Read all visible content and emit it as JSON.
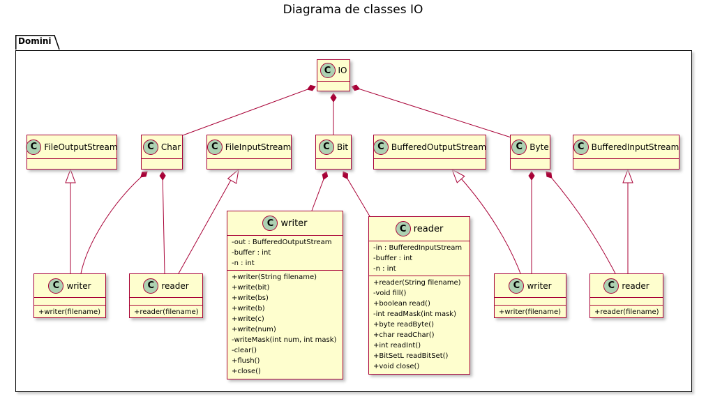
{
  "title": "Diagrama de classes IO",
  "package": "Domini",
  "colors": {
    "class_fill": "#FEFECE",
    "class_border": "#A80036",
    "class_icon": "#ADD1B2",
    "edge": "#A80036"
  },
  "classes": {
    "io": {
      "name": "IO",
      "attributes": [],
      "methods": []
    },
    "char": {
      "name": "Char",
      "attributes": [],
      "methods": []
    },
    "bit": {
      "name": "Bit",
      "attributes": [],
      "methods": []
    },
    "byte": {
      "name": "Byte",
      "attributes": [],
      "methods": []
    },
    "file_output_stream": {
      "name": "FileOutputStream",
      "attributes": [],
      "methods": []
    },
    "file_input_stream": {
      "name": "FileInputStream",
      "attributes": [],
      "methods": []
    },
    "buffered_output_stream": {
      "name": "BufferedOutputStream",
      "attributes": [],
      "methods": []
    },
    "buffered_input_stream": {
      "name": "BufferedInputStream",
      "attributes": [],
      "methods": []
    },
    "char_writer": {
      "name": "writer",
      "attributes": [],
      "methods": [
        "+writer(filename)"
      ]
    },
    "char_reader": {
      "name": "reader",
      "attributes": [],
      "methods": [
        "+reader(filename)"
      ]
    },
    "bit_writer": {
      "name": "writer",
      "attributes": [
        "-out : BufferedOutputStream",
        "-buffer : int",
        "-n : int"
      ],
      "methods": [
        "+writer(String filename)",
        "+write(bit)",
        "+write(bs)",
        "+write(b)",
        "+write(c)",
        "+write(num)",
        "-writeMask(int num, int mask)",
        "-clear()",
        "+flush()",
        "+close()"
      ]
    },
    "bit_reader": {
      "name": "reader",
      "attributes": [
        "-in : BufferedInputStream",
        "-buffer : int",
        "-n : int"
      ],
      "methods": [
        "+reader(String filename)",
        "-void fill()",
        "+boolean read()",
        "-int readMask(int mask)",
        "+byte readByte()",
        "+char readChar()",
        "+int readInt()",
        "+BitSetL readBitSet()",
        "+void close()"
      ]
    },
    "byte_writer": {
      "name": "writer",
      "attributes": [],
      "methods": [
        "+writer(filename)"
      ]
    },
    "byte_reader": {
      "name": "reader",
      "attributes": [],
      "methods": [
        "+reader(filename)"
      ]
    }
  },
  "relations": [
    {
      "from": "io",
      "to": "char",
      "type": "composition"
    },
    {
      "from": "io",
      "to": "bit",
      "type": "composition"
    },
    {
      "from": "io",
      "to": "byte",
      "type": "composition"
    },
    {
      "from": "char",
      "to": "char_writer",
      "type": "composition"
    },
    {
      "from": "char",
      "to": "char_reader",
      "type": "composition"
    },
    {
      "from": "bit",
      "to": "bit_writer",
      "type": "composition"
    },
    {
      "from": "bit",
      "to": "bit_reader",
      "type": "composition"
    },
    {
      "from": "byte",
      "to": "byte_writer",
      "type": "composition"
    },
    {
      "from": "byte",
      "to": "byte_reader",
      "type": "composition"
    },
    {
      "from": "file_output_stream",
      "to": "char_writer",
      "type": "inheritance"
    },
    {
      "from": "file_input_stream",
      "to": "char_reader",
      "type": "inheritance"
    },
    {
      "from": "buffered_output_stream",
      "to": "byte_writer",
      "type": "inheritance"
    },
    {
      "from": "buffered_input_stream",
      "to": "byte_reader",
      "type": "inheritance"
    }
  ]
}
